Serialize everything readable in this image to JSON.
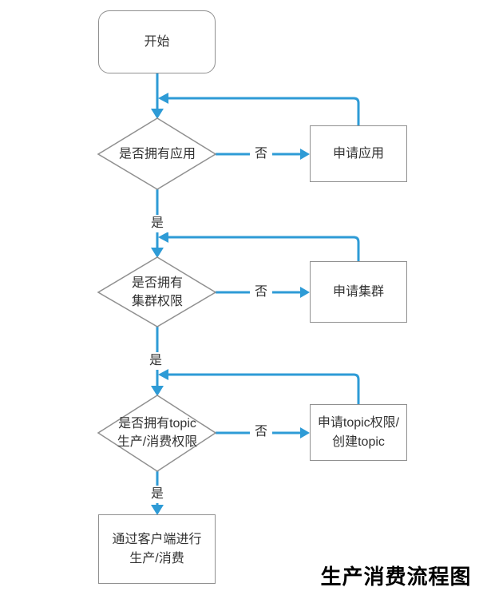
{
  "title": "生产消费流程图",
  "colors": {
    "arrow_blue": "#2E9BD6",
    "shape_border": "#909090",
    "text_dark": "#333333",
    "title_black": "#000000"
  },
  "nodes": {
    "start": {
      "label": "开始",
      "type": "terminator"
    },
    "decision_app": {
      "label": "是否拥有应用",
      "type": "decision"
    },
    "process_apply_app": {
      "label": "申请应用",
      "type": "process"
    },
    "decision_cluster": {
      "label": "是否拥有\n集群权限",
      "type": "decision"
    },
    "process_apply_cluster": {
      "label": "申请集群",
      "type": "process"
    },
    "decision_topic": {
      "label": "是否拥有topic\n生产/消费权限",
      "type": "decision"
    },
    "process_apply_topic": {
      "label": "申请topic权限/\n创建topic",
      "type": "process"
    },
    "end": {
      "label": "通过客户端进行\n生产/消费",
      "type": "process"
    }
  },
  "edges": {
    "no_app": {
      "label": "否"
    },
    "yes_app": {
      "label": "是"
    },
    "no_cluster": {
      "label": "否"
    },
    "yes_cluster": {
      "label": "是"
    },
    "no_topic": {
      "label": "否"
    },
    "yes_topic": {
      "label": "是"
    }
  }
}
